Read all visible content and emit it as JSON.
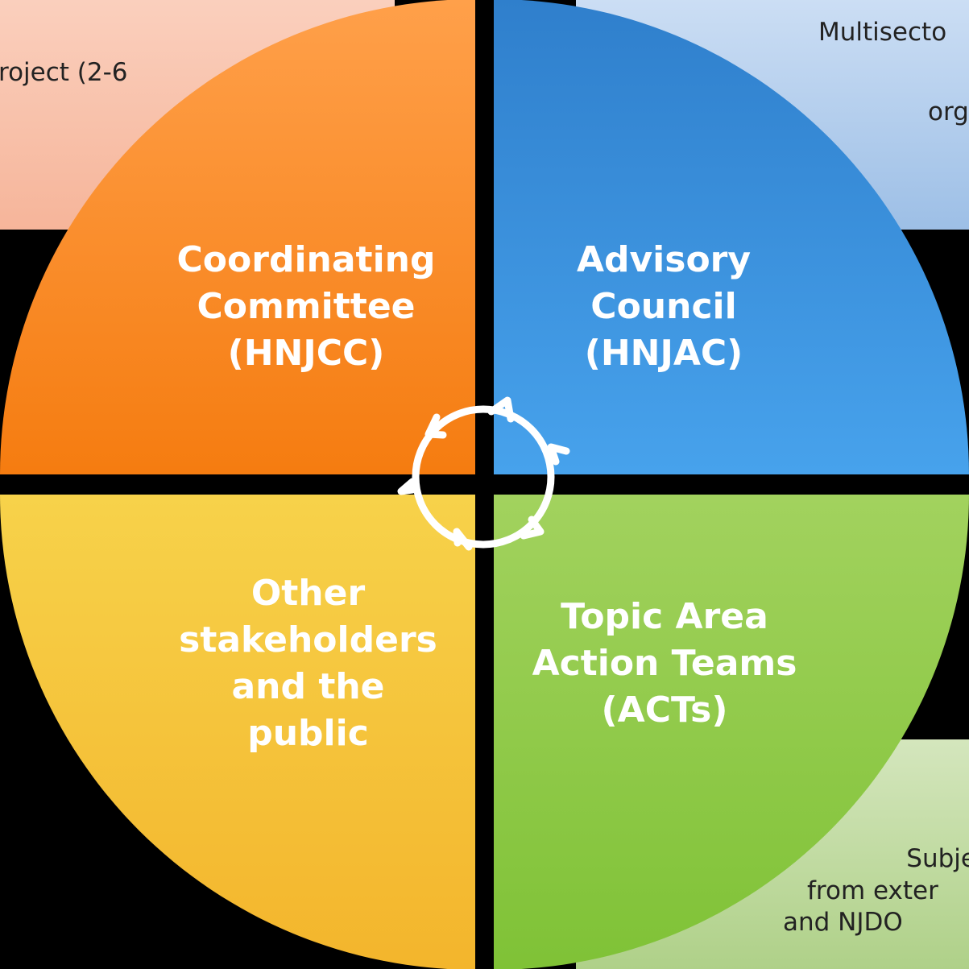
{
  "callouts": {
    "top_left": {
      "lines": [
        "roject (2-6"
      ]
    },
    "top_right": {
      "lines": [
        "Multisecto",
        "org"
      ]
    },
    "bottom_right": {
      "lines": [
        "Subje",
        "from exter",
        "and NJDO"
      ]
    }
  },
  "quadrants": {
    "top_left": {
      "lines": [
        "Coordinating",
        "Committee",
        "(HNJCC)"
      ],
      "color": "#f57d12"
    },
    "top_right": {
      "lines": [
        "Advisory",
        "Council",
        "(HNJAC)"
      ],
      "color": "#3a8fd9"
    },
    "bottom_left": {
      "lines": [
        "Other",
        "stakeholders",
        "and the",
        "public"
      ],
      "color": "#f5c233"
    },
    "bottom_right": {
      "lines": [
        "Topic Area",
        "Action Teams",
        "(ACTs)"
      ],
      "color": "#8cc63f"
    }
  },
  "cycle_icon": {
    "name": "cycle-arrows-icon",
    "color": "#ffffff"
  }
}
